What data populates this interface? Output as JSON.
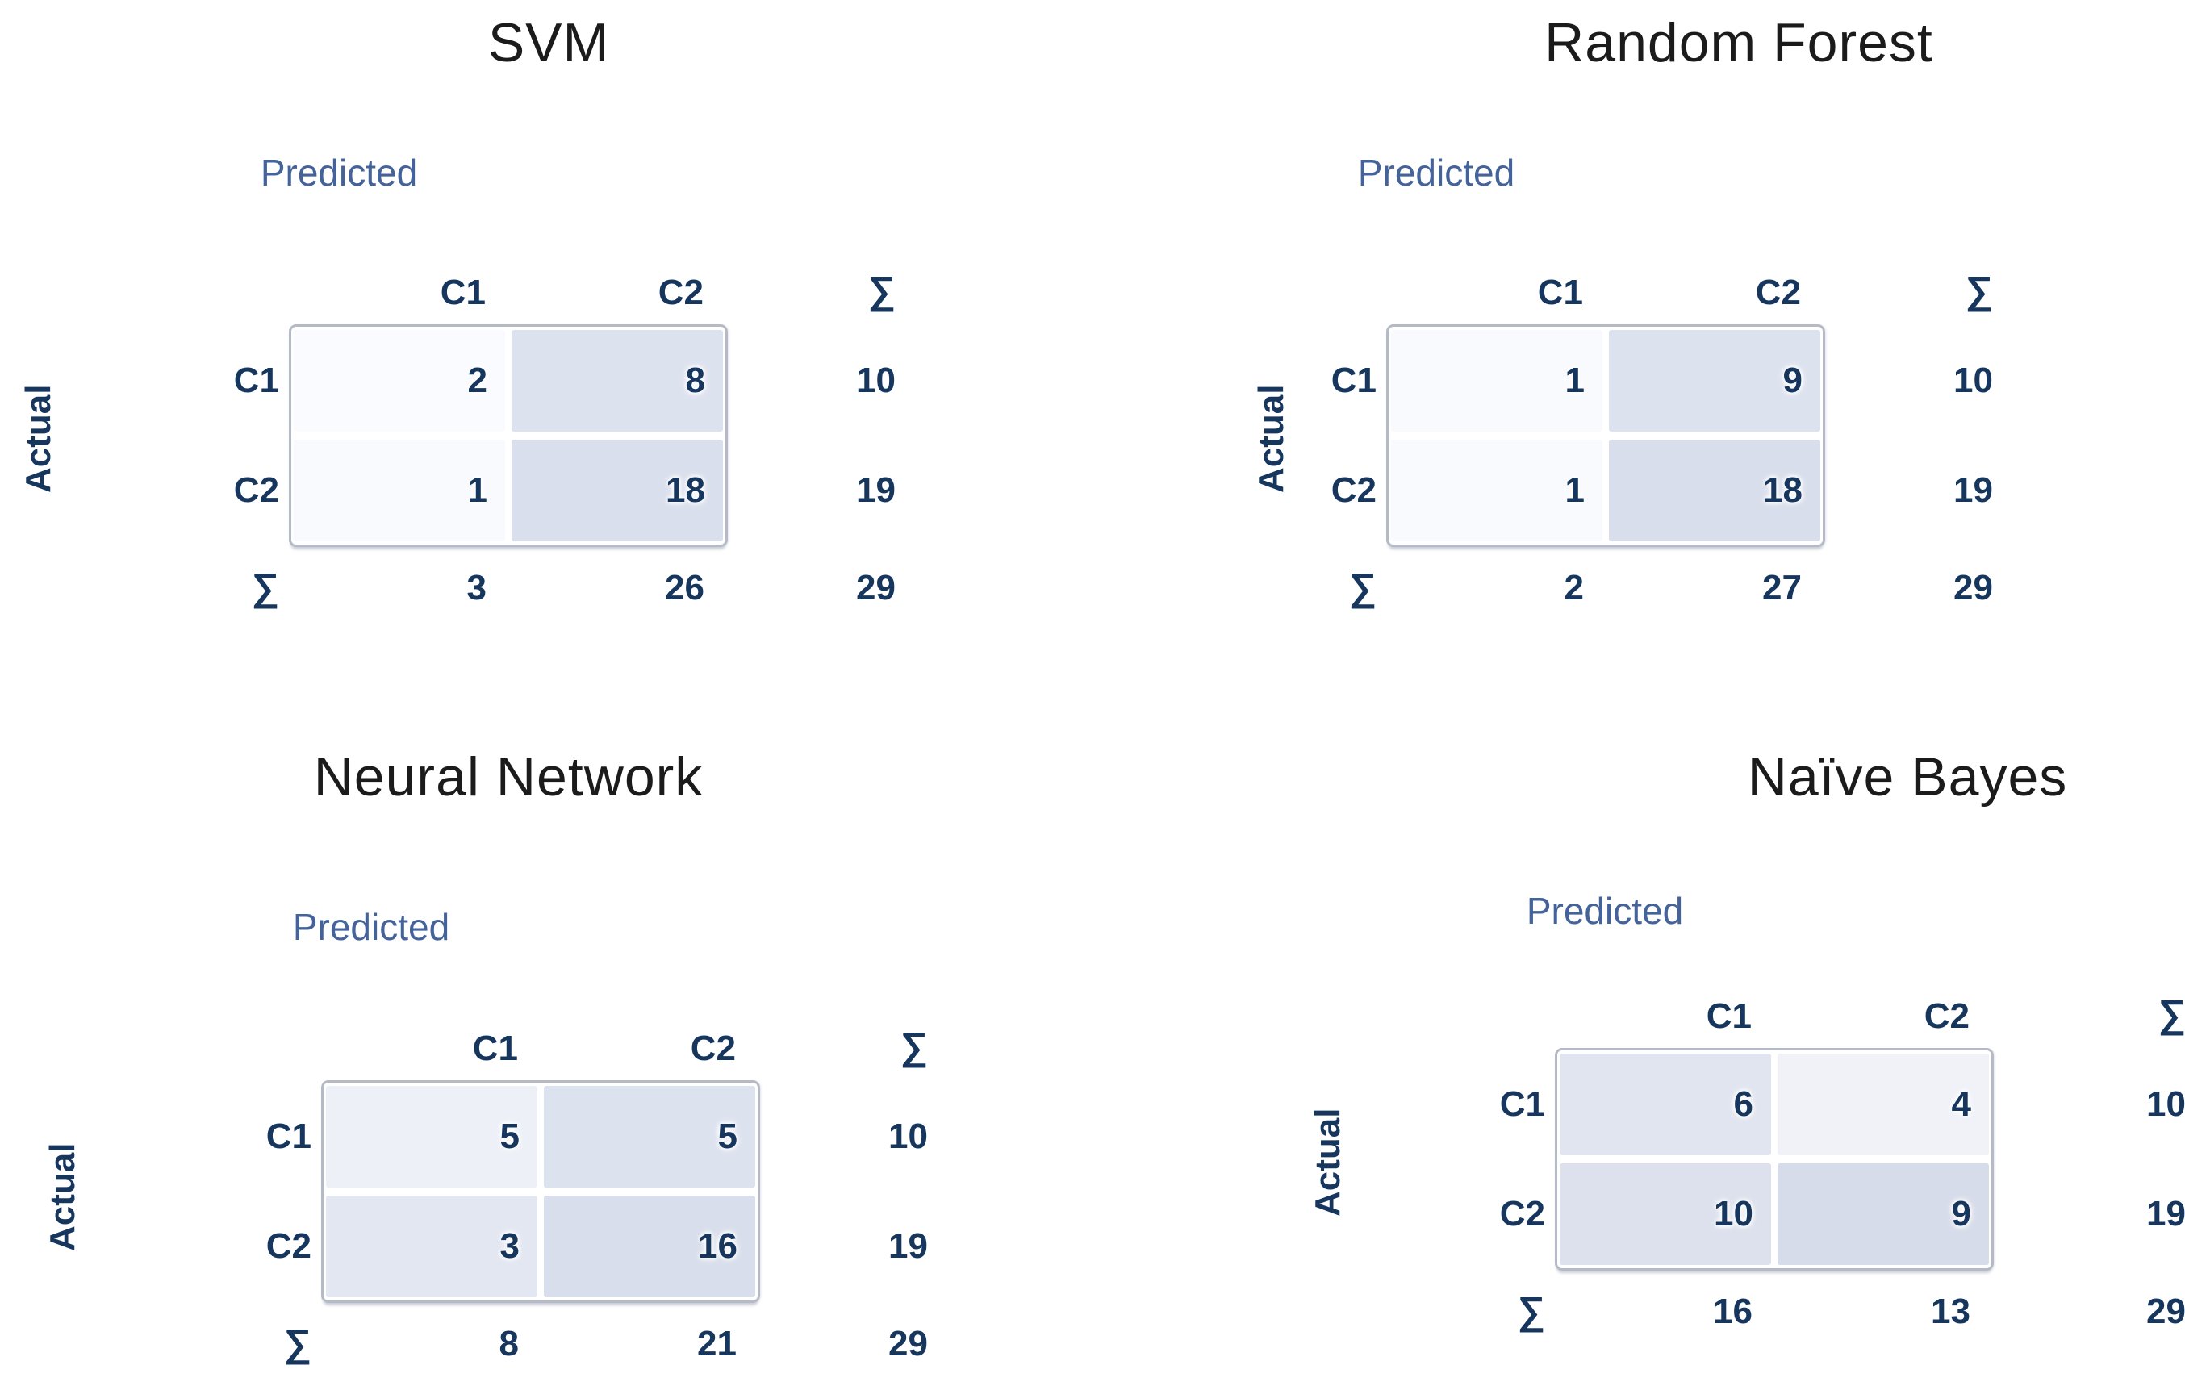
{
  "colors": {
    "background": "#ffffff",
    "title_text": "#1b1b1b",
    "predicted_text": "#44639b",
    "value_text": "#17365d",
    "matrix_border": "#b5bac7"
  },
  "labels": {
    "predicted": "Predicted",
    "actual": "Actual",
    "sum_symbol": "∑"
  },
  "chart_data": [
    {
      "type": "heatmap",
      "title": "SVM",
      "x_label": "Predicted",
      "y_label": "Actual",
      "col_headers": [
        "C1",
        "C2"
      ],
      "row_headers": [
        "C1",
        "C2"
      ],
      "matrix": [
        [
          2,
          8
        ],
        [
          1,
          18
        ]
      ],
      "row_sums": [
        10,
        19
      ],
      "col_sums": [
        3,
        26
      ],
      "total": 29,
      "cell_colors": [
        [
          "#fafbfe",
          "#dde2ef"
        ],
        [
          "#f9fafd",
          "#d9dfec"
        ]
      ]
    },
    {
      "type": "heatmap",
      "title": "Random Forest",
      "x_label": "Predicted",
      "y_label": "Actual",
      "col_headers": [
        "C1",
        "C2"
      ],
      "row_headers": [
        "C1",
        "C2"
      ],
      "matrix": [
        [
          1,
          9
        ],
        [
          1,
          18
        ]
      ],
      "row_sums": [
        10,
        19
      ],
      "col_sums": [
        2,
        27
      ],
      "total": 29,
      "cell_colors": [
        [
          "#f9fafd",
          "#dde2ef"
        ],
        [
          "#f9fafd",
          "#d8deeb"
        ]
      ]
    },
    {
      "type": "heatmap",
      "title": "Neural Network",
      "x_label": "Predicted",
      "y_label": "Actual",
      "col_headers": [
        "C1",
        "C2"
      ],
      "row_headers": [
        "C1",
        "C2"
      ],
      "matrix": [
        [
          5,
          5
        ],
        [
          3,
          16
        ]
      ],
      "row_sums": [
        10,
        19
      ],
      "col_sums": [
        8,
        21
      ],
      "total": 29,
      "cell_colors": [
        [
          "#edf0f7",
          "#dde2ef"
        ],
        [
          "#e3e7f2",
          "#d8deeb"
        ]
      ]
    },
    {
      "type": "heatmap",
      "title": "Naïve Bayes",
      "x_label": "Predicted",
      "y_label": "Actual",
      "col_headers": [
        "C1",
        "C2"
      ],
      "row_headers": [
        "C1",
        "C2"
      ],
      "matrix": [
        [
          6,
          4
        ],
        [
          10,
          9
        ]
      ],
      "row_sums": [
        10,
        19
      ],
      "col_sums": [
        16,
        13
      ],
      "total": 29,
      "cell_colors": [
        [
          "#e1e5f0",
          "#f0f2f8"
        ],
        [
          "#dce1ed",
          "#d7dcea"
        ]
      ]
    }
  ]
}
